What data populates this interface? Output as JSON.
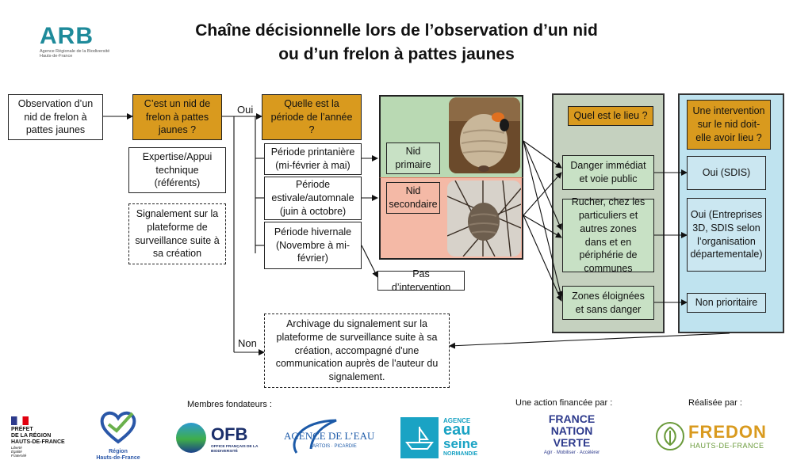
{
  "header": {
    "logo_text": "ARB",
    "logo_sub1": "Agence Régionale de la Biodiversité",
    "logo_sub2": "Hauts-de-France",
    "title_line1": "Chaîne décisionnelle lors de l’observation d’un nid",
    "title_line2": "ou d’un frelon à pattes jaunes"
  },
  "flow": {
    "observation": "Observation d’un nid de frelon à pattes jaunes",
    "question_nid": "C’est un nid de frelon à pattes jaunes ?",
    "expertise": "Expertise/Appui technique (référents)",
    "signalement": "Signalement sur la plateforme de surveillance suite à sa création",
    "oui": "Oui",
    "non": "Non",
    "question_periode": "Quelle est la période de l’année ?",
    "periode_printaniere": "Période printanière (mi-février à mai)",
    "periode_estivale": "Période estivale/automnale (juin à octobre)",
    "periode_hivernale": "Période hivernale (Novembre à mi-février)",
    "pas_intervention": "Pas d’intervention",
    "nid_primaire": "Nid primaire",
    "nid_secondaire": "Nid secondaire",
    "question_lieu": "Quel est le lieu ?",
    "lieu_danger": "Danger immédiat et voie public",
    "lieu_rucher": "Rucher, chez les particuliers et autres zones dans et en périphérie de communes",
    "lieu_zones": "Zones éloignées et sans danger",
    "question_intervention": "Une intervention sur le nid doit-elle avoir lieu ?",
    "rep_sdis": "Oui (SDIS)",
    "rep_entreprises": "Oui (Entreprises 3D, SDIS selon l’organisation départementale)",
    "rep_non_prioritaire": "Non prioritaire",
    "archivage": "Archivage du signalement sur la plateforme de surveillance suite à sa création, accompagné d'une communication auprès de l'auteur du signalement."
  },
  "footer": {
    "membres": "Membres fondateurs :",
    "financee": "Une action financée par :",
    "realisee": "Réalisée par :",
    "prefet_lines": [
      "PRÉFET",
      "DE LA RÉGION",
      "HAUTS-DE-FRANCE"
    ],
    "prefet_motto": [
      "Liberté",
      "Égalité",
      "Fraternité"
    ],
    "region_name": "Région",
    "region_name2": "Hauts-de-France",
    "ofb_name": "OFB",
    "ofb_sub": "OFFICE FRANÇAIS DE LA BIODIVERSITÉ",
    "agence_name": "AGENCE DE L’EAU",
    "agence_sub": "ARTOIS · PICARDIE",
    "seine_agence": "AGENCE",
    "seine_eau": "eau",
    "seine_seine": "seine",
    "seine_norm": "NORMANDIE",
    "fnv_lines": [
      "FRANCE",
      "NATION",
      "VERTE"
    ],
    "fnv_sub": "Agir · Mobiliser · Accélérer",
    "fredon_name": "FREDON",
    "fredon_sub": "HAUTS-DE-FRANCE"
  },
  "colors": {
    "gold": "#d99a1e",
    "green_group": "#b9d9b3",
    "pink_group": "#f4b9a6",
    "lieu_group": "#c5d1bf",
    "intervention_group": "#bfe3ef",
    "inner_box": "#c8e1c5",
    "reponse_box": "#cbe7f1"
  }
}
